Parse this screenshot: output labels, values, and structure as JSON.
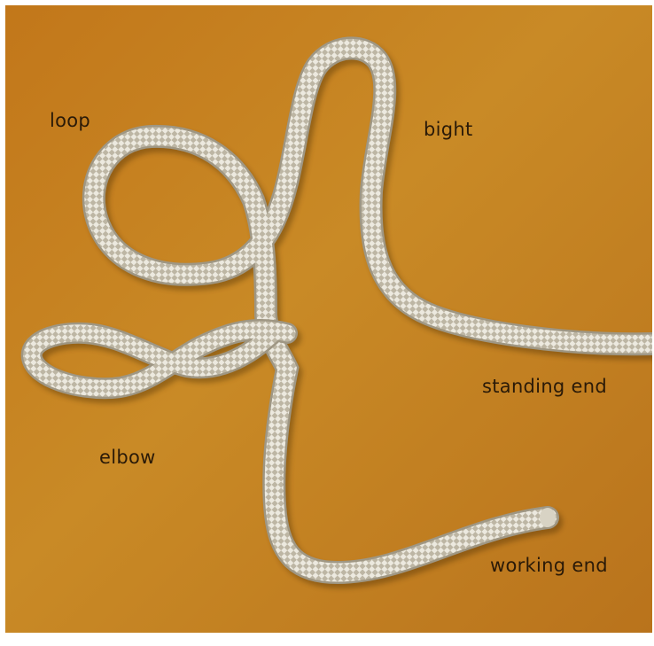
{
  "figure": {
    "labels": {
      "loop": "loop",
      "bight": "bight",
      "standing_end": "standing end",
      "elbow": "elbow",
      "working_end": "working end"
    },
    "colors": {
      "background": "#c2771a",
      "rope": "#e9e6dc",
      "rope_shadow": "#a79f8c",
      "label_text": "#2a1a08"
    }
  }
}
